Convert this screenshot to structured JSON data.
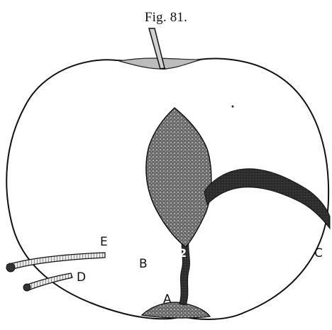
{
  "figure": {
    "caption": "Fig. 81.",
    "labels": {
      "A": "A",
      "B": "B",
      "C": "C",
      "D": "D",
      "E": "E",
      "center": "2"
    }
  }
}
